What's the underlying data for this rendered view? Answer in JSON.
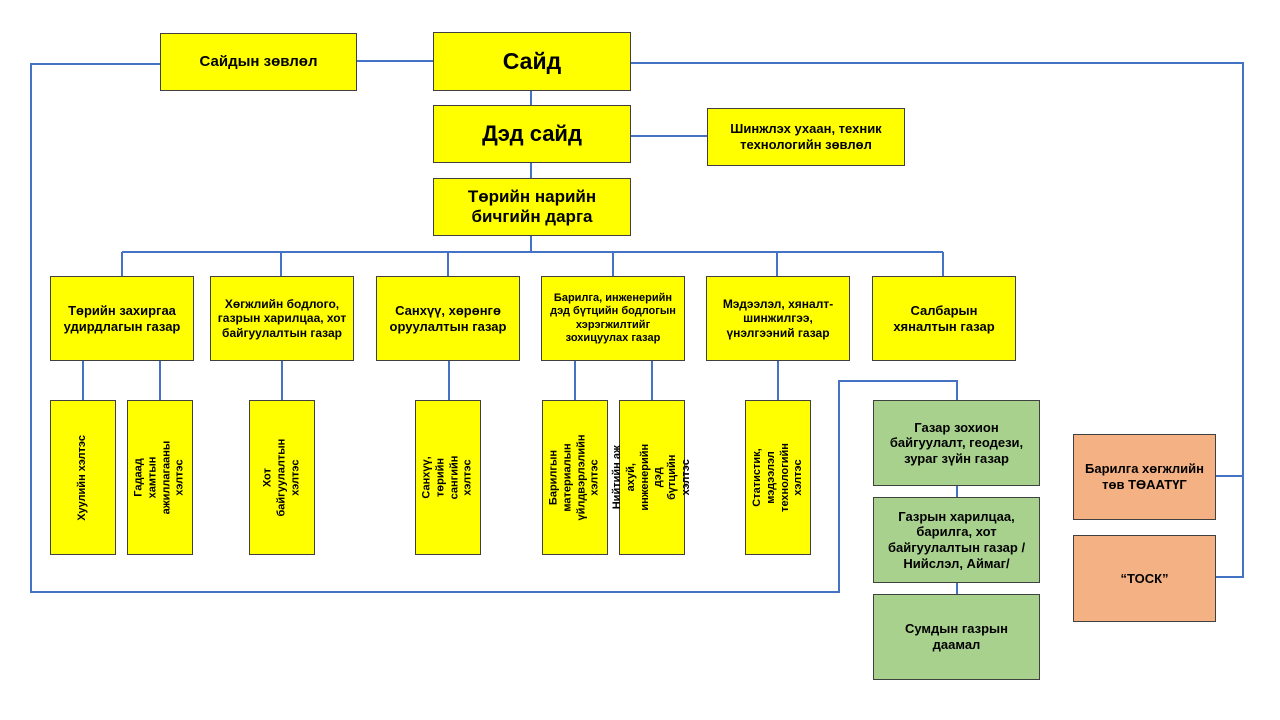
{
  "nodes": {
    "minister": "Сайд",
    "ministers_council": "Сайдын зөвлөл",
    "deputy_minister": "Дэд сайд",
    "sci_tech_council": "Шинжлэх ухаан, техник технологийн зөвлөл",
    "state_secretary": "Төрийн нарийн бичгийн дарга",
    "dept_public_admin": "Төрийн захиргаа удирдлагын газар",
    "dept_policy": "Хөгжлийн бодлого, газрын харилцаа, хот байгуулалтын газар",
    "dept_finance": "Санхүү, хөрөнгө оруулалтын газар",
    "dept_construction": "Барилга, инженерийн дэд бүтцийн бодлогын хэрэгжилтийг зохицуулах газар",
    "dept_information": "Мэдээлэл, хяналт-шинжилгээ, үнэлгээний газар",
    "dept_sector_control": "Салбарын хяналтын газар",
    "unit_legal": "Хуулийн хэлтэс",
    "unit_foreign": "Гадаад хамтын ажиллагааны хэлтэс",
    "unit_urban": "Хот байгуулалтын хэлтэс",
    "unit_treasury": "Санхүү, төрийн сангийн хэлтэс",
    "unit_materials": "Барилгын материалын үйлдвэрлэлийн хэлтэс",
    "unit_utilities": "Нийтийн аж ахуй, инженерийн дэд бүтцийн хэлтэс",
    "unit_statistics": "Статистик, мэдээлэл технологийн хэлтэс",
    "land_geodesy": "Газар зохион байгуулалт, геодези, зураг зүйн газар",
    "land_relations": "Газрын харилцаа, барилга, хот байгуулалтын газар /Нийслэл, Аймаг/",
    "soum_land": "Сумдын газрын даамал",
    "central_lab": "Барилга хөгжлийн төв ТӨААТҮГ",
    "tosk": "“ТОСК”"
  },
  "colors": {
    "primary": "#ffff00",
    "agency": "#a9d18e",
    "external": "#f4b183",
    "connector": "#4472c4"
  }
}
